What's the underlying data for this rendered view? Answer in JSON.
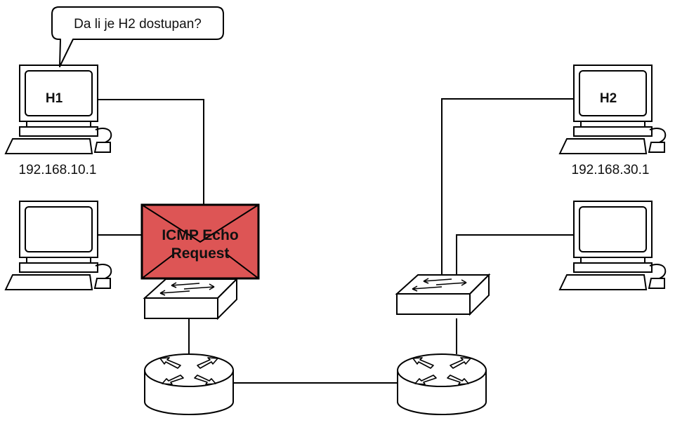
{
  "bubble": {
    "text": "Da li je H2 dostupan?"
  },
  "hosts": {
    "h1": {
      "name": "H1",
      "ip": "192.168.10.1"
    },
    "h2": {
      "name": "H2",
      "ip": "192.168.30.1"
    }
  },
  "packet": {
    "line1": "ICMP Echo",
    "line2": "Request",
    "color": "#dd5555"
  }
}
